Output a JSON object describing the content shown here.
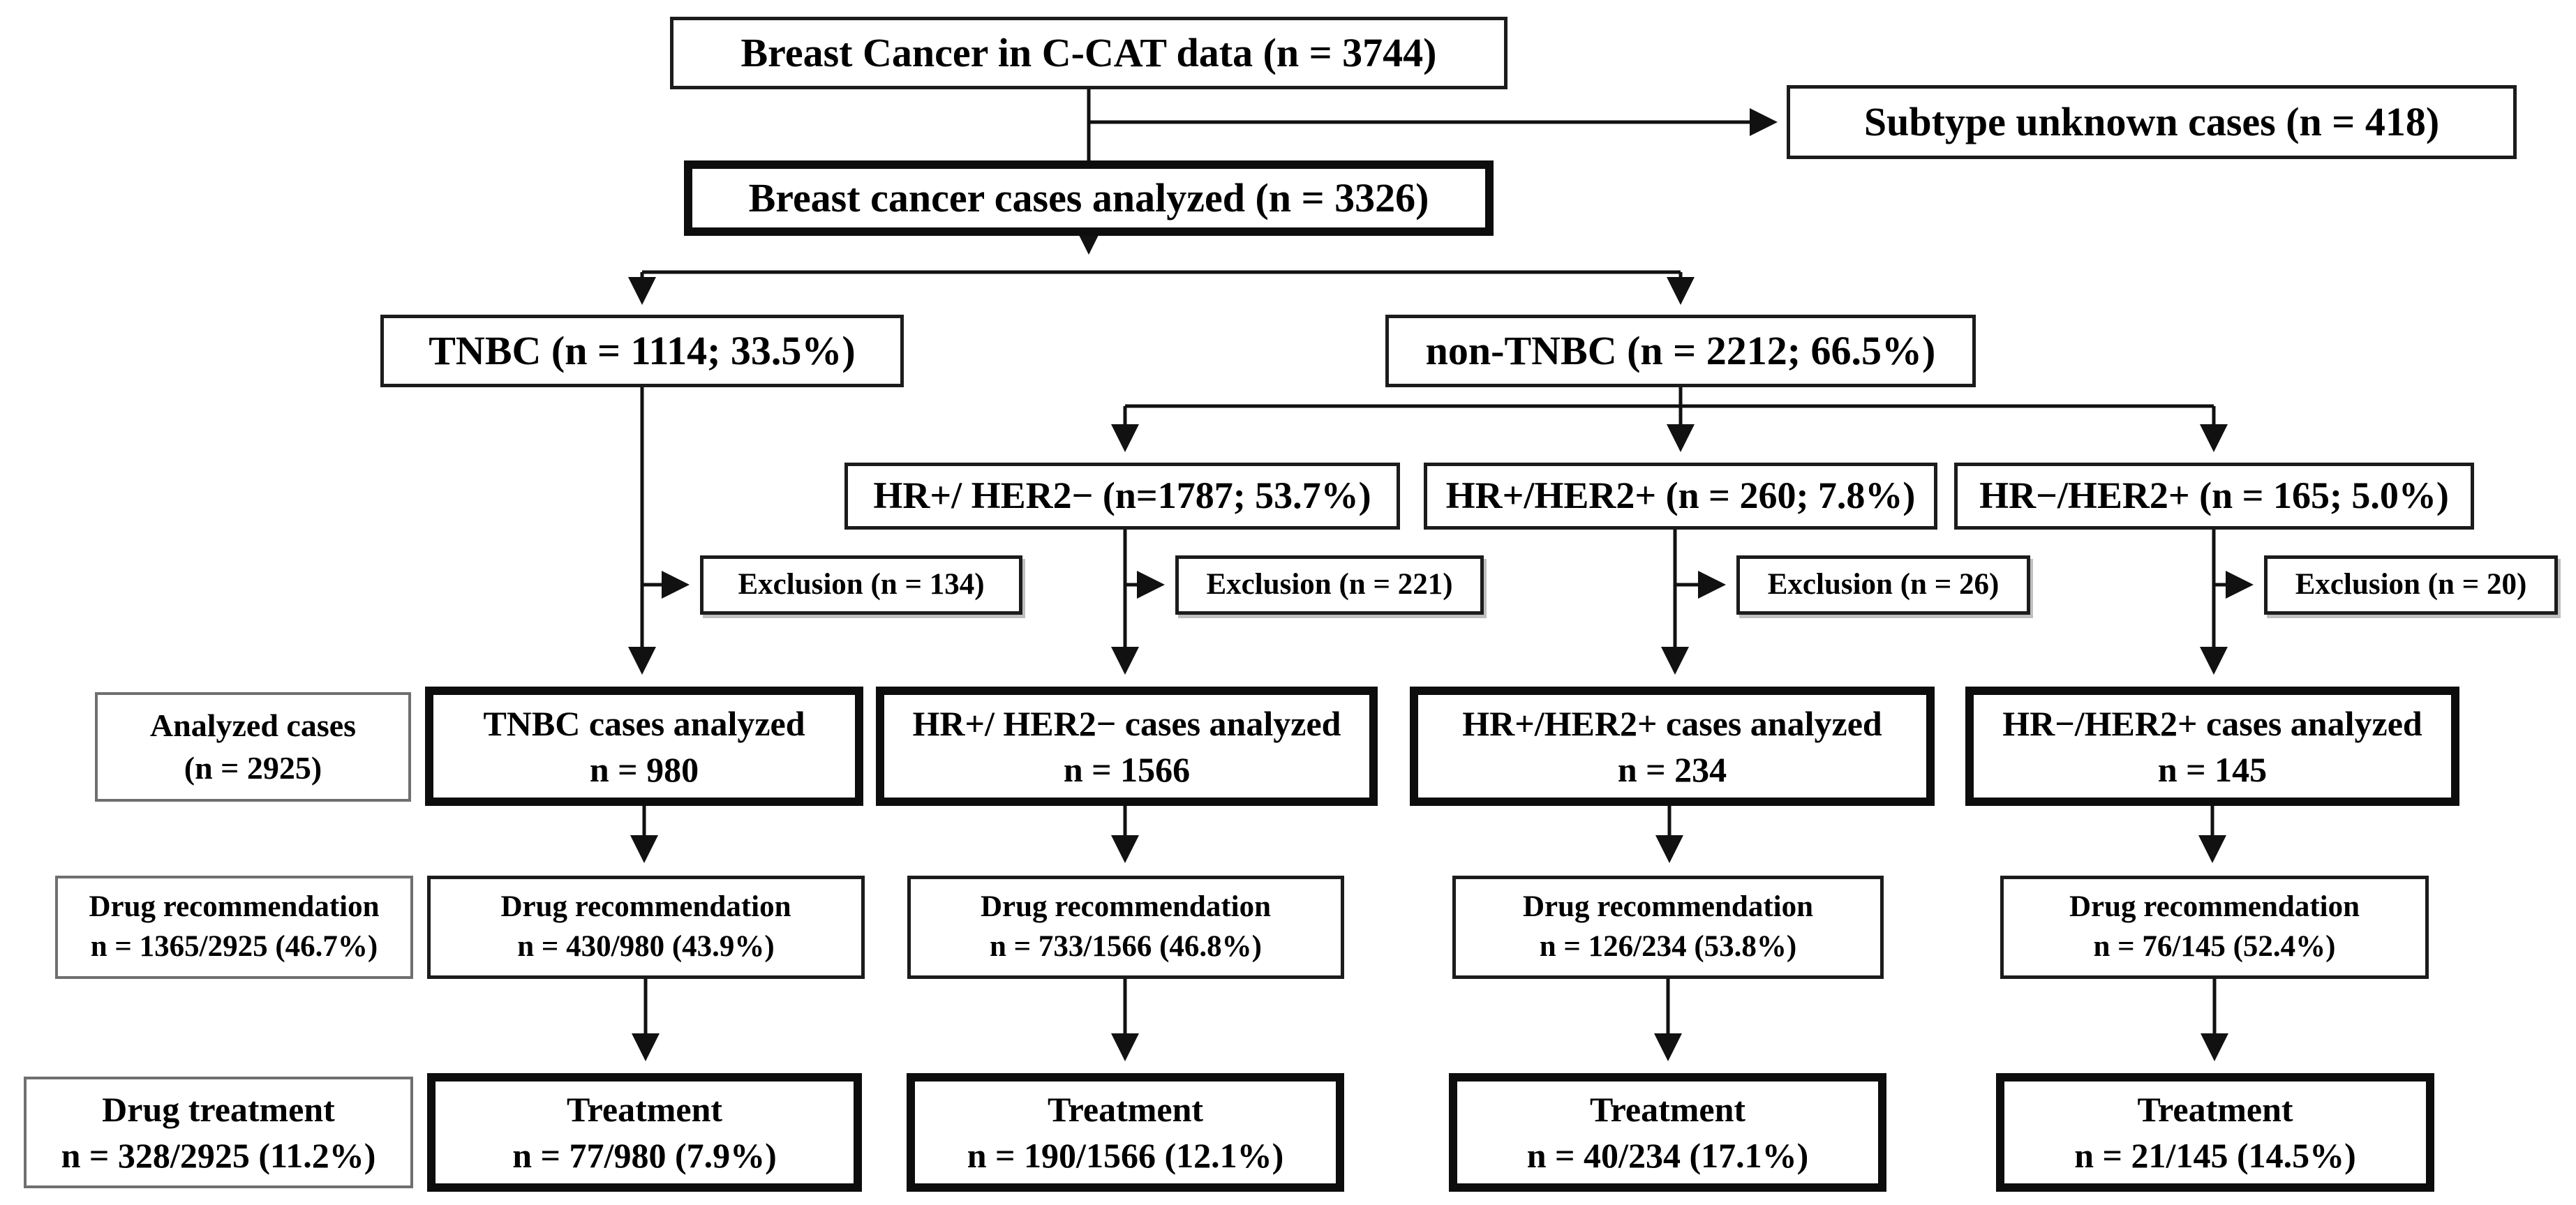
{
  "diagram": {
    "background_color": "#ffffff",
    "line_color": "#111111",
    "nodes": {
      "root": "Breast Cancer in C-CAT data (n = 3744)",
      "subtype_unknown": "Subtype unknown cases (n = 418)",
      "cases_analyzed": "Breast cancer cases analyzed (n = 3326)",
      "tnbc": "TNBC (n = 1114; 33.5%)",
      "non_tnbc": "non-TNBC (n = 2212; 66.5%)",
      "hr_pos_her2_neg": "HR+/ HER2− (n=1787; 53.7%)",
      "hr_pos_her2_pos": "HR+/HER2+ (n = 260; 7.8%)",
      "hr_neg_her2_pos": "HR−/HER2+ (n = 165; 5.0%)",
      "exclusion_tnbc": "Exclusion (n = 134)",
      "exclusion_hr_pos_her2_neg": "Exclusion (n = 221)",
      "exclusion_hr_pos_her2_pos": "Exclusion (n = 26)",
      "exclusion_hr_neg_her2_pos": "Exclusion (n = 20)",
      "analyzed_cases_summary": {
        "line1": "Analyzed cases",
        "line2": "(n = 2925)"
      },
      "tnbc_analyzed": {
        "line1": "TNBC cases analyzed",
        "line2": "n = 980"
      },
      "hr_pos_her2_neg_analyzed": {
        "line1": "HR+/ HER2− cases analyzed",
        "line2": "n = 1566"
      },
      "hr_pos_her2_pos_analyzed": {
        "line1": "HR+/HER2+ cases analyzed",
        "line2": "n = 234"
      },
      "hr_neg_her2_pos_analyzed": {
        "line1": "HR−/HER2+ cases analyzed",
        "line2": "n = 145"
      },
      "drug_recommendation_summary": {
        "line1": "Drug recommendation",
        "line2": "n = 1365/2925 (46.7%)"
      },
      "drug_recommendation_tnbc": {
        "line1": "Drug recommendation",
        "line2": "n = 430/980 (43.9%)"
      },
      "drug_recommendation_hr_pos_her2_neg": {
        "line1": "Drug recommendation",
        "line2": "n = 733/1566 (46.8%)"
      },
      "drug_recommendation_hr_pos_her2_pos": {
        "line1": "Drug recommendation",
        "line2": "n = 126/234 (53.8%)"
      },
      "drug_recommendation_hr_neg_her2_pos": {
        "line1": "Drug recommendation",
        "line2": "n = 76/145 (52.4%)"
      },
      "drug_treatment_summary": {
        "line1": "Drug treatment",
        "line2": "n = 328/2925 (11.2%)"
      },
      "treatment_tnbc": {
        "line1": "Treatment",
        "line2": "n = 77/980 (7.9%)"
      },
      "treatment_hr_pos_her2_neg": {
        "line1": "Treatment",
        "line2": "n = 190/1566 (12.1%)"
      },
      "treatment_hr_pos_her2_pos": {
        "line1": "Treatment",
        "line2": "n = 40/234 (17.1%)"
      },
      "treatment_hr_neg_her2_pos": {
        "line1": "Treatment",
        "line2": "n = 21/145 (14.5%)"
      }
    }
  }
}
